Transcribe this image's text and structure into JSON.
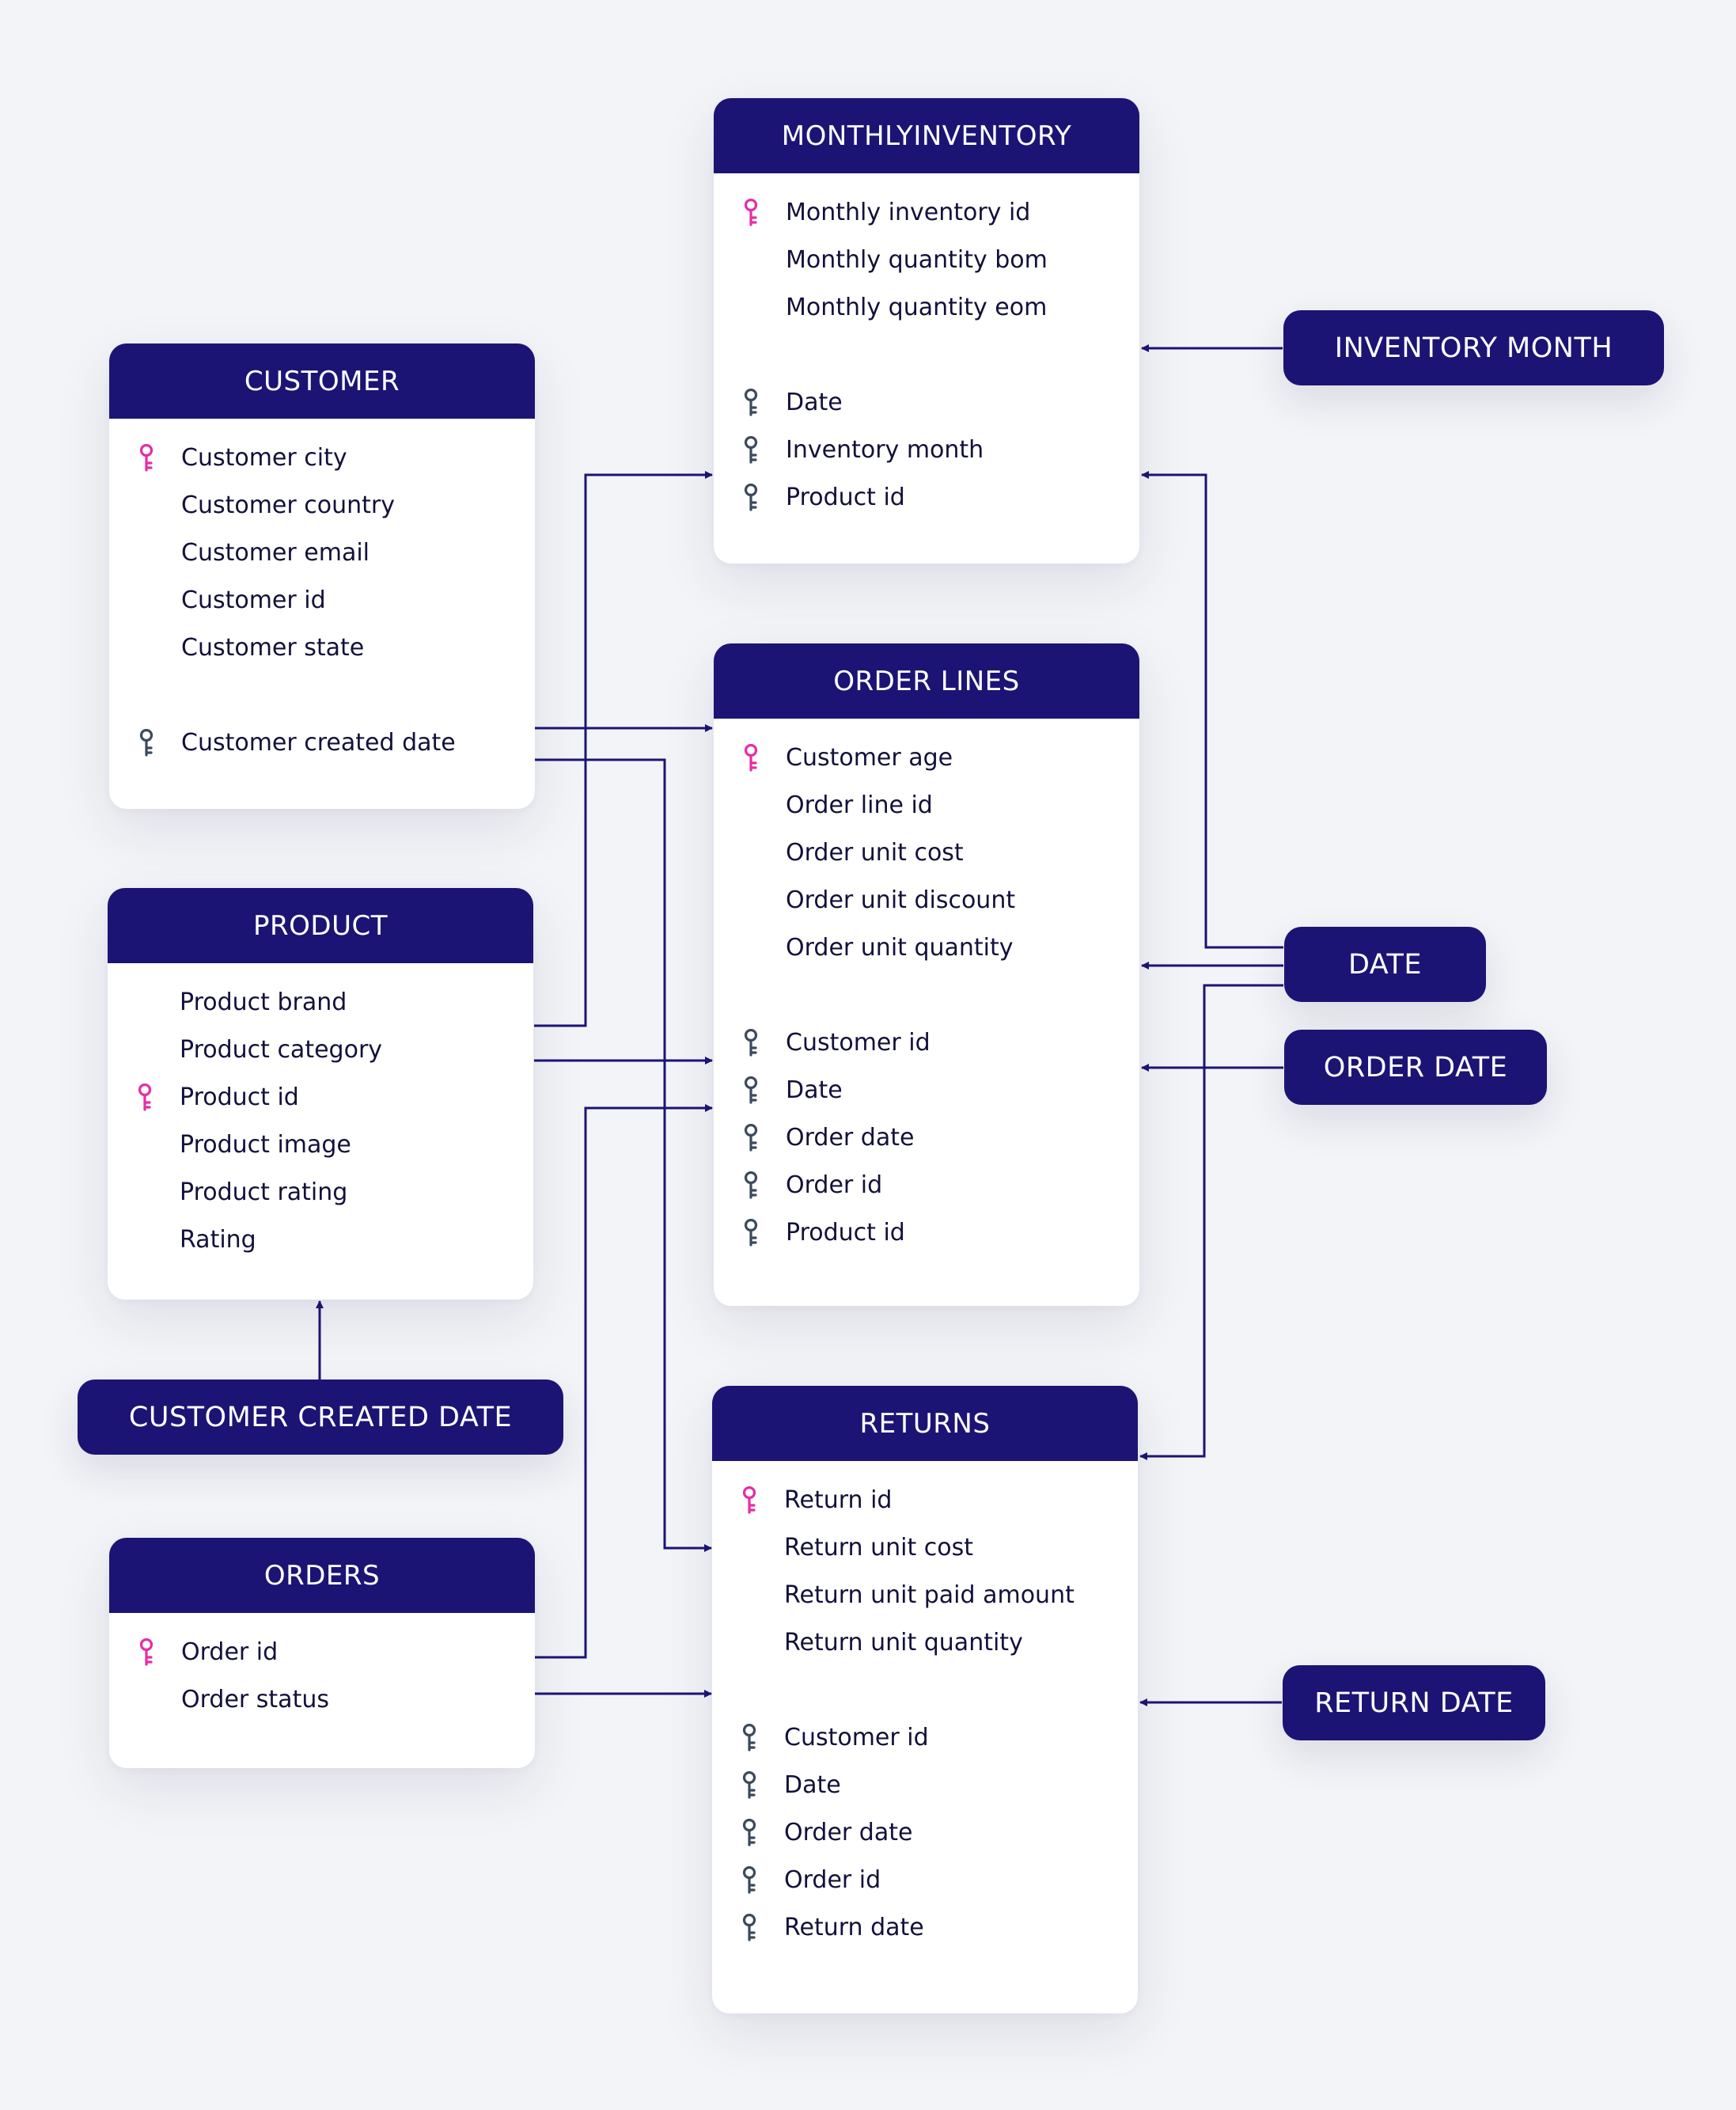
{
  "colors": {
    "background": "#f3f4f7",
    "header": "#1c1474",
    "primary_key": "#e52ea6",
    "foreign_key": "#3b4a5c",
    "connector": "#1c1474",
    "text": "#13113b"
  },
  "tables": {
    "monthlyinventory": {
      "title": "MONTHLYINVENTORY",
      "fields": [
        {
          "label": "Monthly inventory id",
          "key": "primary"
        },
        {
          "label": "Monthly quantity bom",
          "key": "none"
        },
        {
          "label": "Monthly quantity eom",
          "key": "none"
        },
        {
          "label": "Date",
          "key": "foreign"
        },
        {
          "label": "Inventory month",
          "key": "foreign"
        },
        {
          "label": "Product id",
          "key": "foreign"
        }
      ]
    },
    "customer": {
      "title": "CUSTOMER",
      "fields": [
        {
          "label": "Customer city",
          "key": "primary"
        },
        {
          "label": "Customer country",
          "key": "none"
        },
        {
          "label": "Customer email",
          "key": "none"
        },
        {
          "label": "Customer id",
          "key": "none"
        },
        {
          "label": "Customer state",
          "key": "none"
        },
        {
          "label": "Customer created date",
          "key": "foreign"
        }
      ]
    },
    "order_lines": {
      "title": "ORDER LINES",
      "fields": [
        {
          "label": "Customer age",
          "key": "primary"
        },
        {
          "label": "Order line id",
          "key": "none"
        },
        {
          "label": "Order unit cost",
          "key": "none"
        },
        {
          "label": "Order unit discount",
          "key": "none"
        },
        {
          "label": "Order unit quantity",
          "key": "none"
        },
        {
          "label": "Customer id",
          "key": "foreign"
        },
        {
          "label": "Date",
          "key": "foreign"
        },
        {
          "label": "Order date",
          "key": "foreign"
        },
        {
          "label": "Order id",
          "key": "foreign"
        },
        {
          "label": "Product id",
          "key": "foreign"
        }
      ]
    },
    "product": {
      "title": "PRODUCT",
      "fields": [
        {
          "label": "Product brand",
          "key": "none"
        },
        {
          "label": "Product category",
          "key": "none"
        },
        {
          "label": "Product id",
          "key": "primary"
        },
        {
          "label": "Product image",
          "key": "none"
        },
        {
          "label": "Product rating",
          "key": "none"
        },
        {
          "label": "Rating",
          "key": "none"
        }
      ]
    },
    "returns": {
      "title": "RETURNS",
      "fields": [
        {
          "label": "Return id",
          "key": "primary"
        },
        {
          "label": "Return unit cost",
          "key": "none"
        },
        {
          "label": "Return unit paid amount",
          "key": "none"
        },
        {
          "label": "Return unit quantity",
          "key": "none"
        },
        {
          "label": "Customer id",
          "key": "foreign"
        },
        {
          "label": "Date",
          "key": "foreign"
        },
        {
          "label": "Order date",
          "key": "foreign"
        },
        {
          "label": "Order id",
          "key": "foreign"
        },
        {
          "label": "Return date",
          "key": "foreign"
        }
      ]
    },
    "orders": {
      "title": "ORDERS",
      "fields": [
        {
          "label": "Order id",
          "key": "primary"
        },
        {
          "label": "Order status",
          "key": "none"
        }
      ]
    }
  },
  "pills": {
    "inventory_month": "INVENTORY MONTH",
    "date": "DATE",
    "order_date": "ORDER DATE",
    "customer_created_date": "CUSTOMER CREATED DATE",
    "return_date": "RETURN DATE"
  },
  "relationships": [
    {
      "from": "INVENTORY MONTH",
      "to": "MONTHLYINVENTORY"
    },
    {
      "from": "PRODUCT",
      "to": "MONTHLYINVENTORY"
    },
    {
      "from": "DATE",
      "to": "MONTHLYINVENTORY"
    },
    {
      "from": "CUSTOMER",
      "to": "ORDER LINES"
    },
    {
      "from": "CUSTOMER",
      "to": "RETURNS"
    },
    {
      "from": "PRODUCT",
      "to": "ORDER LINES"
    },
    {
      "from": "ORDERS",
      "to": "ORDER LINES"
    },
    {
      "from": "ORDERS",
      "to": "RETURNS"
    },
    {
      "from": "DATE",
      "to": "ORDER LINES"
    },
    {
      "from": "DATE",
      "to": "RETURNS"
    },
    {
      "from": "ORDER DATE",
      "to": "ORDER LINES"
    },
    {
      "from": "CUSTOMER CREATED DATE",
      "to": "PRODUCT"
    },
    {
      "from": "RETURN DATE",
      "to": "RETURNS"
    }
  ]
}
